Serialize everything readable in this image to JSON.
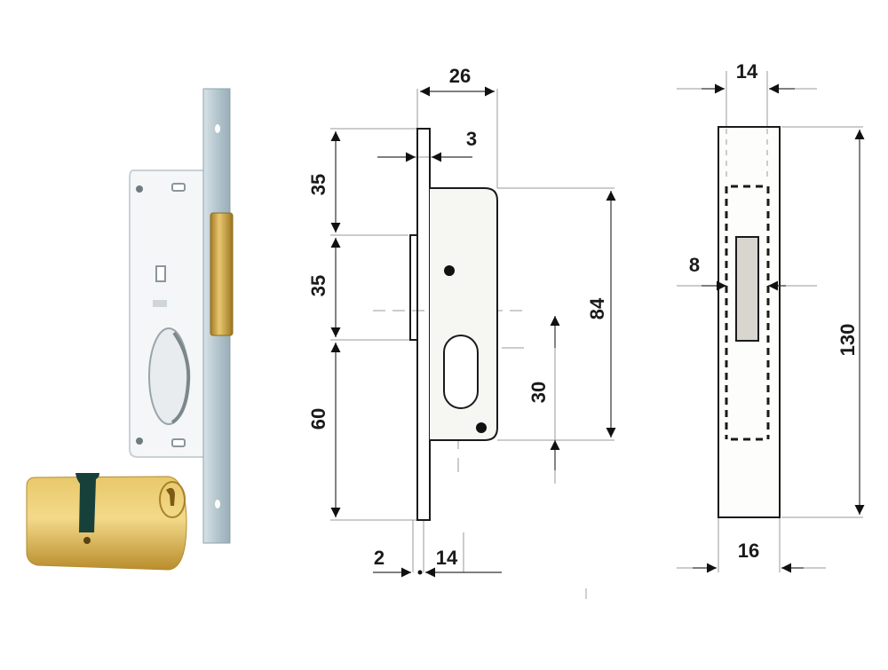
{
  "figure": {
    "type": "technical-drawing",
    "subject": "mortise lock with oval cylinder",
    "colors": {
      "background": "#ffffff",
      "line": "#1a1a1a",
      "dim_line": "#9a9a9a",
      "faceplate": "#b7c7cf",
      "case": "#f2f4f5",
      "brass": "#d6ac4a",
      "brass_dark": "#a9822a",
      "cam": "#17403a",
      "strike_window": "#d9d6d0"
    }
  },
  "product_photo": {
    "components": [
      "faceplate",
      "lock-case",
      "latch-bolt",
      "oval-cylinder"
    ]
  },
  "side_view": {
    "dimensions": {
      "overall_width": "26",
      "faceplate_thickness": "3",
      "top_to_bolt": "35",
      "bolt_height": "35",
      "bolt_to_bottom": "60",
      "case_height": "84",
      "cylinder_offset": "30",
      "plate_offset": "2",
      "case_depth": "14"
    }
  },
  "strike_view": {
    "dimensions": {
      "inner_width": "14",
      "slot_width": "8",
      "height": "130",
      "outer_width": "16"
    }
  }
}
